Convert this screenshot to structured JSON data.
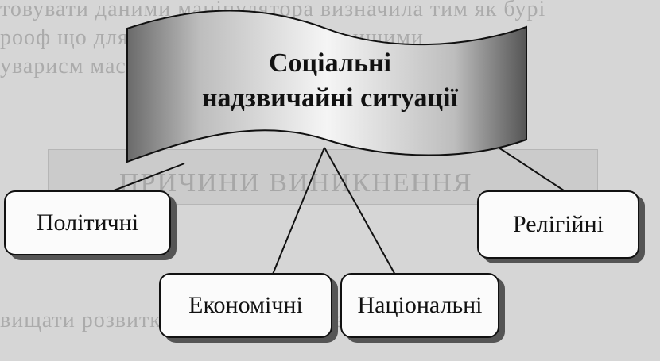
{
  "diagram": {
    "title_line1": "Соціальні",
    "title_line2": "надзвичайні ситуації",
    "nodes": [
      {
        "id": "political",
        "label": "Політичні"
      },
      {
        "id": "economic",
        "label": "Економічні"
      },
      {
        "id": "national",
        "label": "Національні"
      },
      {
        "id": "religious",
        "label": "Релігійні"
      }
    ]
  }
}
